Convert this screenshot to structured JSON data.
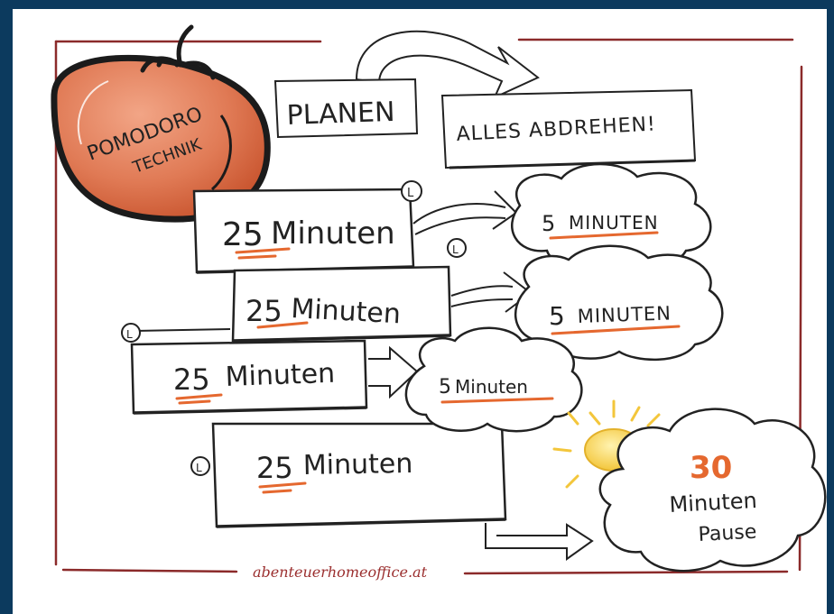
{
  "title_lines": [
    "POMODORO",
    "TECHNIK"
  ],
  "steps": {
    "plan": "PLANEN",
    "switch_off": "ALLES ABDREHEN!"
  },
  "work_blocks": [
    {
      "number": "25",
      "unit": "Minuten"
    },
    {
      "number": "25",
      "unit": "Minuten"
    },
    {
      "number": "25",
      "unit": "Minuten"
    },
    {
      "number": "25",
      "unit": "Minuten"
    }
  ],
  "short_breaks": [
    {
      "number": "5",
      "unit": "MINUTEN"
    },
    {
      "number": "5",
      "unit": "MINUTEN"
    },
    {
      "number": "5",
      "unit": "Minuten"
    }
  ],
  "long_break": {
    "number": "30",
    "line1": "Minuten",
    "line2": "Pause"
  },
  "clock_symbol": "L",
  "footer": "abenteuerhomeoffice.at",
  "colors": {
    "background": "#0c3a5e",
    "paper": "#ffffff",
    "frame": "#8b2a2a",
    "tomato": "#e07a55",
    "accent": "#e5682f",
    "sun": "#f6cf4a"
  }
}
